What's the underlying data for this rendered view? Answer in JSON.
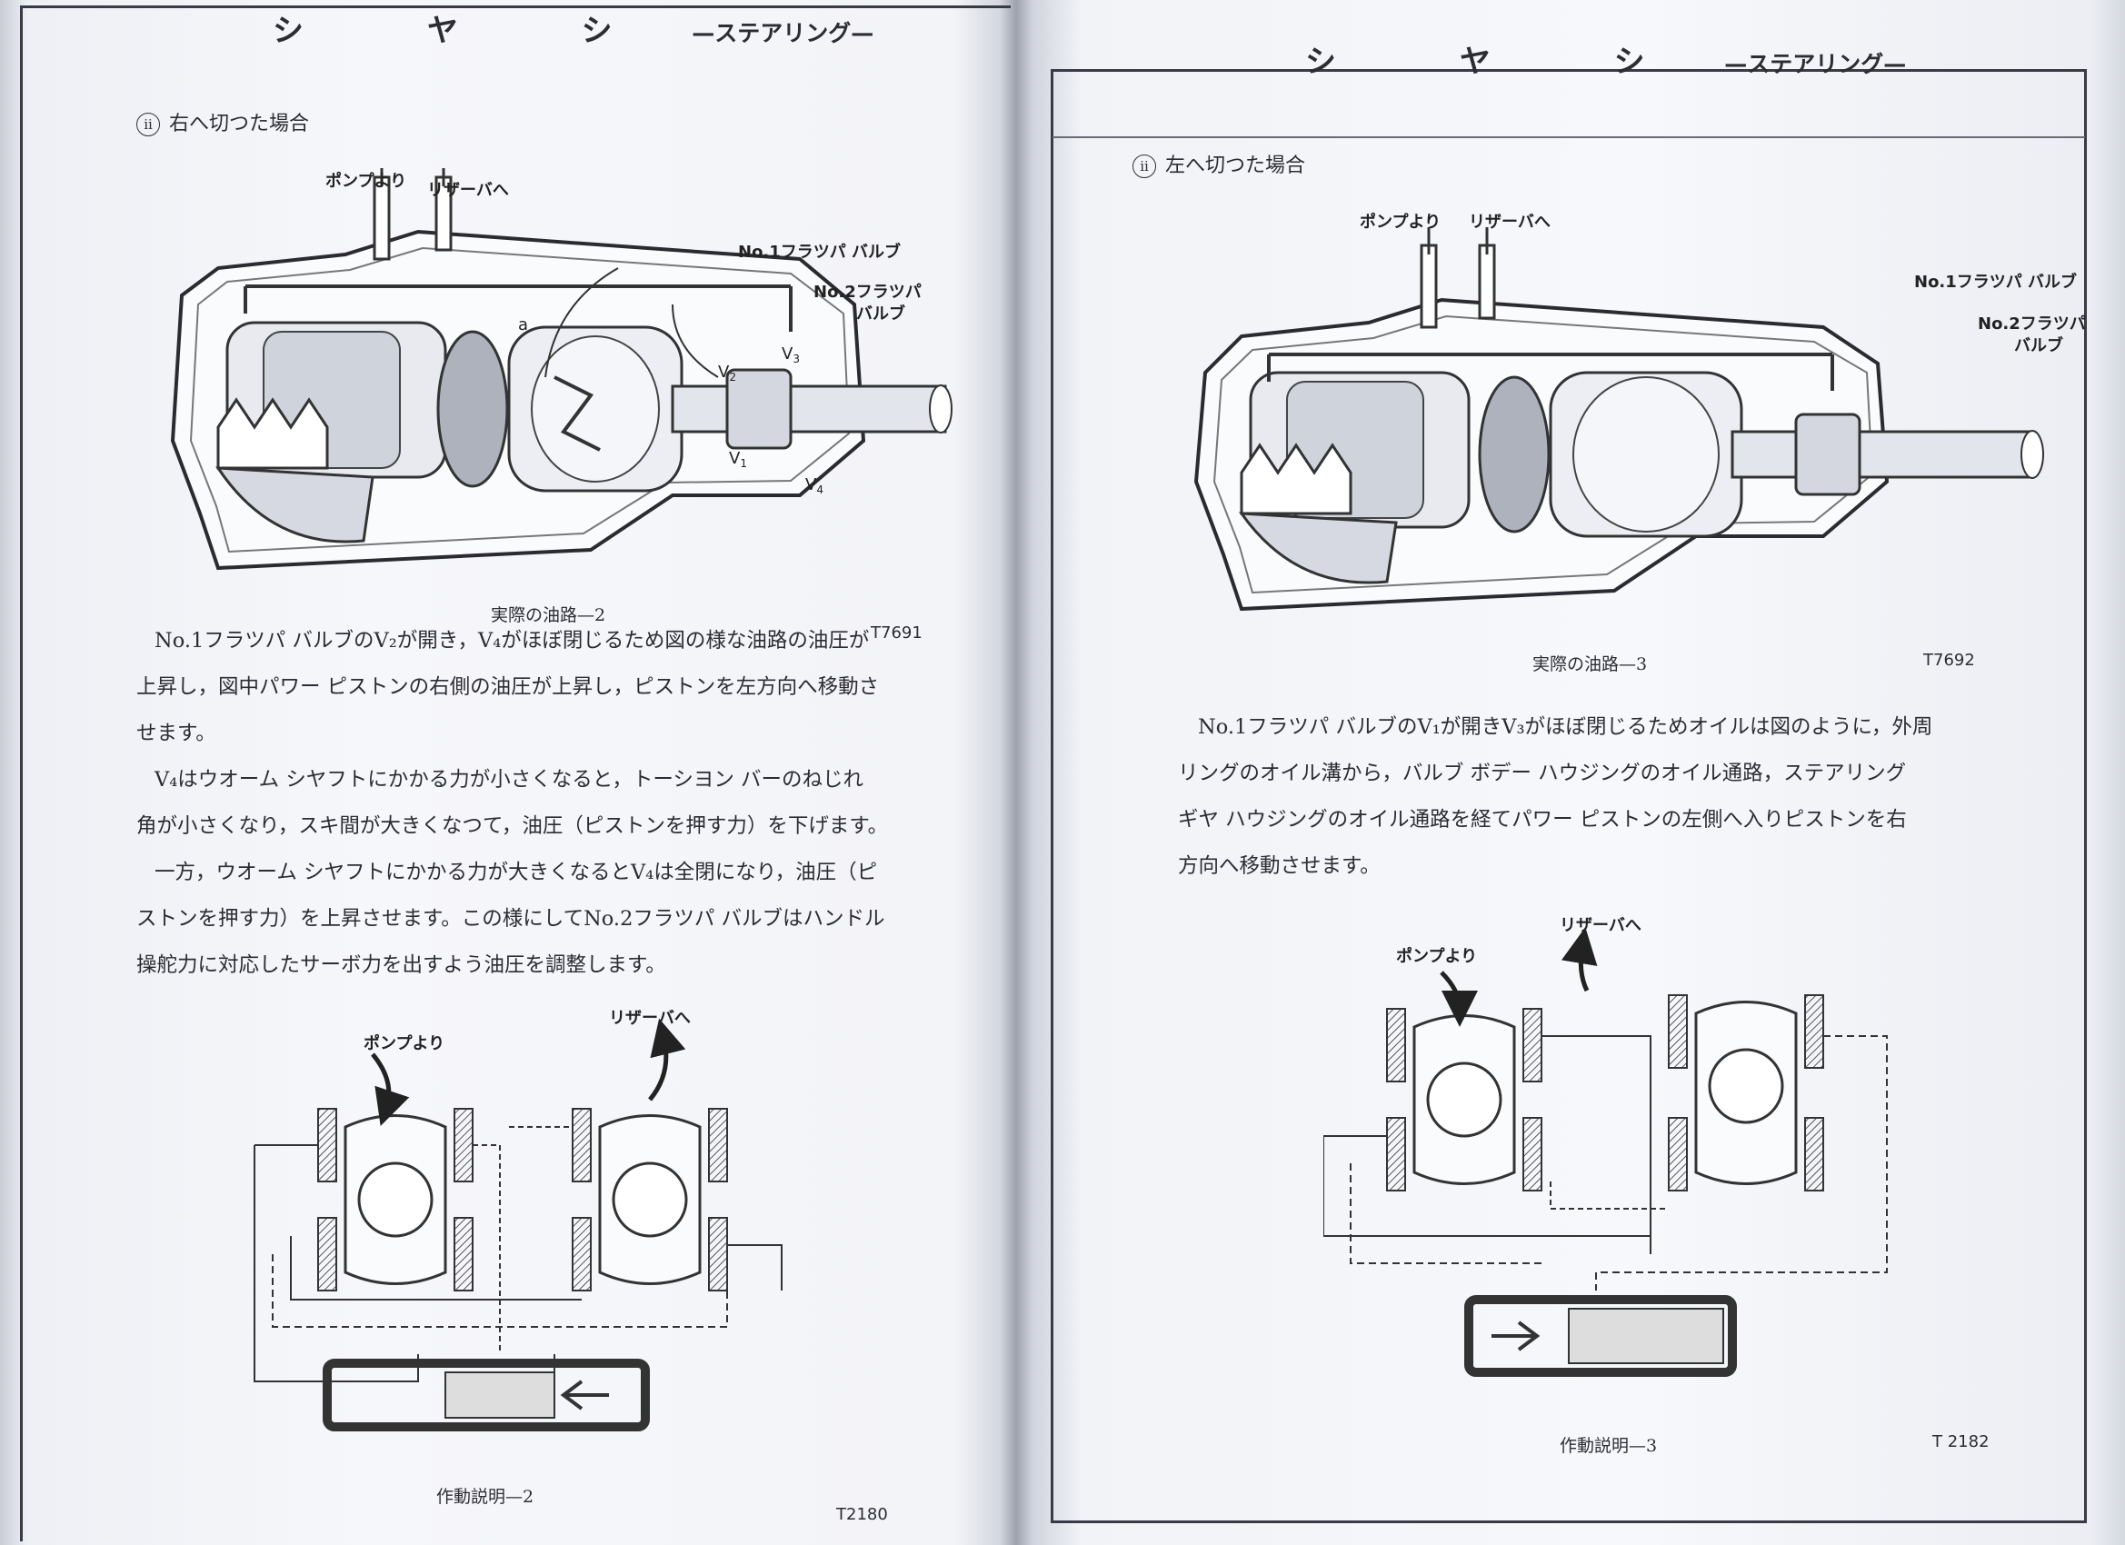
{
  "left_page": {
    "header": {
      "title": "シ ヤ シ",
      "subtitle": "—ステアリング—"
    },
    "section": {
      "marker": "ii",
      "title": "右へ切つた場合"
    },
    "diagram1": {
      "labels": {
        "from_pump": "ポンプより",
        "to_reservoir": "リザーバへ",
        "no1_valve": "No.1フラツパ バルブ",
        "no2_valve_line1": "No.2フラツパ",
        "no2_valve_line2": "バルブ",
        "a": "a",
        "v1": "V",
        "v2": "V",
        "v3": "V",
        "v4": "V",
        "s1": "1",
        "s2": "2",
        "s3": "3",
        "s4": "4"
      },
      "caption": "実際の油路—2",
      "code": "T7691"
    },
    "paragraphs": [
      "No.1フラツパ バルブのV₂が開き，V₄がほぼ閉じるため図の様な油路の油圧が",
      "上昇し，図中パワー ピストンの右側の油圧が上昇し，ピストンを左方向へ移動さ",
      "せます。",
      "V₄はウオーム シヤフトにかかる力が小さくなると，トーシヨン バーのねじれ",
      "角が小さくなり，スキ間が大きくなつて，油圧（ピストンを押す力）を下げます。",
      "一方，ウオーム シヤフトにかかる力が大きくなるとV₄は全閉になり，油圧（ピ",
      "ストンを押す力）を上昇させます。この様にしてNo.2フラツパ バルブはハンドル",
      "操舵力に対応したサーボ力を出すよう油圧を調整します。"
    ],
    "diagram2": {
      "labels": {
        "from_pump": "ポンプより",
        "to_reservoir": "リザーバへ"
      },
      "caption": "作動説明—2",
      "code": "T2180"
    }
  },
  "right_page": {
    "header": {
      "title": "シ ヤ シ",
      "subtitle": "—ステアリング—"
    },
    "section": {
      "marker": "ii",
      "title": "左へ切つた場合"
    },
    "diagram1": {
      "labels": {
        "from_pump": "ポンプより",
        "to_reservoir": "リザーバへ",
        "no1_valve": "No.1フラツパ バルブ",
        "no2_valve_line1": "No.2フラツパ",
        "no2_valve_line2": "バルブ"
      },
      "caption": "実際の油路—3",
      "code": "T7692"
    },
    "paragraphs": [
      "No.1フラツパ バルブのV₁が開きV₃がほぼ閉じるためオイルは図のように，外周",
      "リングのオイル溝から，バルブ ボデー ハウジングのオイル通路，ステアリング",
      "ギヤ ハウジングのオイル通路を経てパワー ピストンの左側へ入りピストンを右",
      "方向へ移動させます。"
    ],
    "diagram2": {
      "labels": {
        "from_pump": "ポンプより",
        "to_reservoir": "リザーバへ"
      },
      "caption": "作動説明—3",
      "code": "T 2182"
    }
  }
}
